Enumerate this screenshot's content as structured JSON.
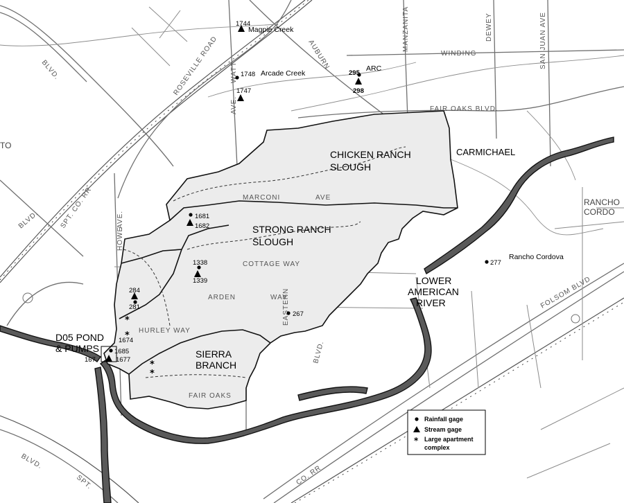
{
  "watersheds": {
    "chicken_ranch_1": "CHICKEN RANCH",
    "chicken_ranch_2": "SLOUGH",
    "strong_ranch_1": "STRONG RANCH",
    "strong_ranch_2": "SLOUGH",
    "sierra_1": "SIERRA",
    "sierra_2": "BRANCH"
  },
  "pond": {
    "line1": "D05 POND",
    "line2": "& PUMPS"
  },
  "river": {
    "line1": "LOWER",
    "line2": "AMERICAN",
    "line3": "RIVER"
  },
  "places": {
    "carmichael": "CARMICHAEL",
    "rancho_cordova": "Rancho Cordova",
    "rancho_cordo_1": "RANCHO",
    "rancho_cordo_2": "CORDO",
    "to": "TO"
  },
  "creeks": {
    "magpie": "Magpie Creek",
    "arcade": "Arcade Creek",
    "arc": "ARC"
  },
  "roads": {
    "roseville": "ROSEVILLE ROAD",
    "auburn": "AUBURN",
    "winding": "WINDING",
    "manzanita": "MANZANITA",
    "dewey": "DEWEY",
    "san_juan": "SAN JUAN AVE",
    "fair_oaks_blvd": "FAIR OAKS BLVD.",
    "marconi": "MARCONI",
    "marconi_ave": "AVE",
    "cottage": "COTTAGE WAY",
    "arden": "ARDEN",
    "arden_way": "WAY",
    "hurley": "HURLEY WAY",
    "fair_oaks": "FAIR OAKS",
    "eastern": "EASTERN",
    "eastern_blvd": "BLVD.",
    "howe": "HOWE",
    "howe_ave": "AVE.",
    "watt": "WATT",
    "watt_ave": "AVE.",
    "folsom": "FOLSOM BLVD",
    "spt_co_rr": "SPT. CO. RR",
    "blvd_nw": "BLVD.",
    "blvd_w": "BLVD.",
    "blvd_sw": "BLVD.",
    "spt_sw": "SPT.",
    "co_rr_se": "CO. RR"
  },
  "gages": {
    "g1744": "1744",
    "g1748": "1748",
    "g1747": "1747",
    "g295": "295",
    "g298": "298",
    "g1681": "1681",
    "g1682": "1682",
    "g1338": "1338",
    "g1339": "1339",
    "g284": "284",
    "g281": "281",
    "g267": "267",
    "g277": "277",
    "g1674": "1674",
    "g1685": "1685",
    "g1677": "1677",
    "g167x": "167"
  },
  "legend": {
    "rainfall": "Rainfall gage",
    "stream": "Stream gage",
    "apartment": "Large apartment",
    "apartment2": "complex"
  },
  "colors": {
    "basin_fill": "#ececec",
    "river": "#5a5a5a",
    "roads": "#6f6f6f"
  }
}
